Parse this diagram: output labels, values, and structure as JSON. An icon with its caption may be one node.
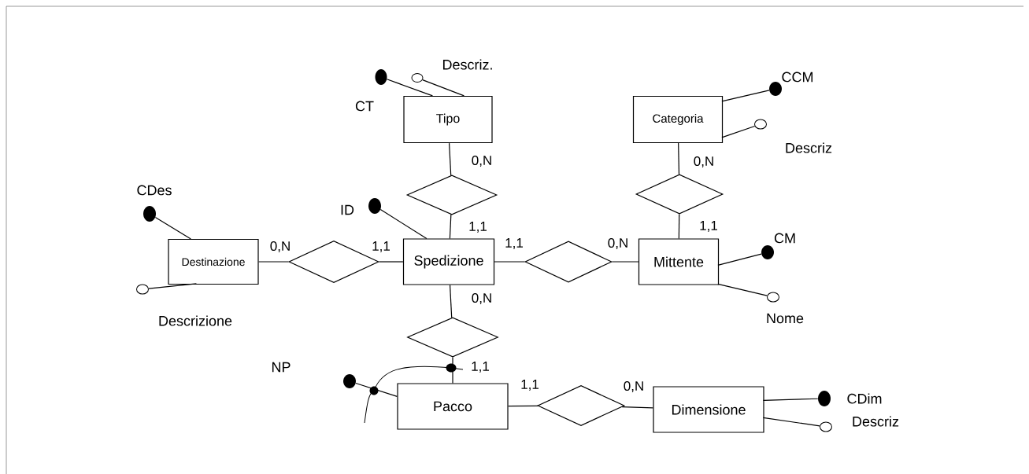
{
  "diagram": {
    "nodes": [
      {
        "text": [
          "Tipo"
        ]
      },
      {
        "text": [
          "Categoria"
        ]
      },
      {
        "text": [
          "Destinazione"
        ]
      },
      {
        "text": [
          "Spedizione"
        ]
      },
      {
        "text": [
          "Mittente"
        ]
      },
      {
        "text": [
          "Pacco"
        ]
      },
      {
        "text": [
          "Dimensione"
        ]
      },
      {
        "text": [],
        "shape": "diamond"
      },
      {
        "text": [],
        "shape": "diamond"
      },
      {
        "text": [],
        "shape": "diamond"
      },
      {
        "text": [],
        "shape": "diamond"
      },
      {
        "text": [],
        "shape": "diamond"
      },
      {
        "text": [],
        "shape": "diamond"
      },
      {
        "text": [],
        "shape": "dot",
        "beside": [
          "CT"
        ]
      },
      {
        "text": [],
        "shape": "circle",
        "beside": [
          "Descriz."
        ]
      },
      {
        "text": [],
        "shape": "dot",
        "beside": [
          "CCM"
        ]
      },
      {
        "text": [],
        "shape": "circle",
        "beside": [
          "Descriz"
        ]
      },
      {
        "text": [],
        "shape": "dot",
        "beside": [
          "CDes"
        ]
      },
      {
        "text": [],
        "shape": "circle",
        "beside": [
          "Descrizione"
        ]
      },
      {
        "text": [],
        "shape": "dot",
        "beside": [
          "ID"
        ]
      },
      {
        "text": [],
        "shape": "dot",
        "beside": [
          "CM"
        ]
      },
      {
        "text": [],
        "shape": "circle",
        "beside": [
          "Nome"
        ]
      },
      {
        "text": [],
        "shape": "dot",
        "beside": [
          "NP"
        ]
      },
      {
        "text": [],
        "shape": "dot",
        "beside": [
          "CDim"
        ]
      },
      {
        "text": [],
        "shape": "circle",
        "beside": [
          "Descriz"
        ]
      }
    ],
    "edges": [
      {
        "from": 0,
        "to": 7,
        "arrow": "none",
        "label": "0,N"
      },
      {
        "from": 7,
        "to": 3,
        "arrow": "none",
        "label": "1,1"
      },
      {
        "from": 1,
        "to": 8,
        "arrow": "none",
        "label": "0,N"
      },
      {
        "from": 8,
        "to": 4,
        "arrow": "none",
        "label": "1,1"
      },
      {
        "from": 2,
        "to": 9,
        "arrow": "none",
        "label": "0,N"
      },
      {
        "from": 9,
        "to": 3,
        "arrow": "none",
        "label": "1,1"
      },
      {
        "from": 3,
        "to": 10,
        "arrow": "none",
        "label": "1,1"
      },
      {
        "from": 10,
        "to": 4,
        "arrow": "none",
        "label": "0,N"
      },
      {
        "from": 3,
        "to": 11,
        "arrow": "none",
        "label": "0,N"
      },
      {
        "from": 11,
        "to": 5,
        "arrow": "none",
        "label": "1,1"
      },
      {
        "from": 5,
        "to": 12,
        "arrow": "none",
        "label": "1,1"
      },
      {
        "from": 12,
        "to": 6,
        "arrow": "none",
        "label": "0,N"
      },
      {
        "from": 0,
        "to": 13,
        "arrow": "none"
      },
      {
        "from": 0,
        "to": 14,
        "arrow": "none"
      },
      {
        "from": 1,
        "to": 15,
        "arrow": "none"
      },
      {
        "from": 1,
        "to": 16,
        "arrow": "none"
      },
      {
        "from": 2,
        "to": 17,
        "arrow": "none"
      },
      {
        "from": 2,
        "to": 18,
        "arrow": "none"
      },
      {
        "from": 3,
        "to": 19,
        "arrow": "none"
      },
      {
        "from": 4,
        "to": 20,
        "arrow": "none"
      },
      {
        "from": 4,
        "to": 21,
        "arrow": "none"
      },
      {
        "from": 5,
        "to": 22,
        "arrow": "none"
      },
      {
        "from": 6,
        "to": 23,
        "arrow": "none"
      },
      {
        "from": 6,
        "to": 24,
        "arrow": "none"
      }
    ]
  }
}
